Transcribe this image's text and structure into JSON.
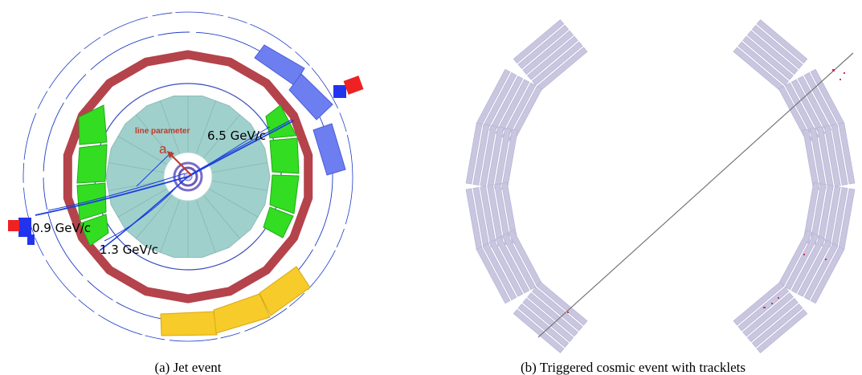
{
  "panel_a": {
    "caption": "(a) Jet event",
    "line_parameter_label": "line parameter",
    "param_symbol": "a",
    "tracks": [
      {
        "label": "6.5 GeV/c"
      },
      {
        "label": "0.9 GeV/c"
      },
      {
        "label": "1.3 GeV/c"
      }
    ],
    "colors": {
      "tof_ring": "#b4434b",
      "trd_modules": "#33dd22",
      "tpc_disc": "#9fd0cc",
      "emcal_blocks": "#6d7ef0",
      "phos_blocks": "#f6cb2a",
      "tracks": "#1c3fdc",
      "param_arrow": "#c0392b"
    }
  },
  "panel_b": {
    "caption": "(b) Triggered cosmic event with tracklets",
    "colors": {
      "trd_layers": "#c9c6e0",
      "cosmic_track": "#777777",
      "tracklets": "#d0305a"
    }
  }
}
